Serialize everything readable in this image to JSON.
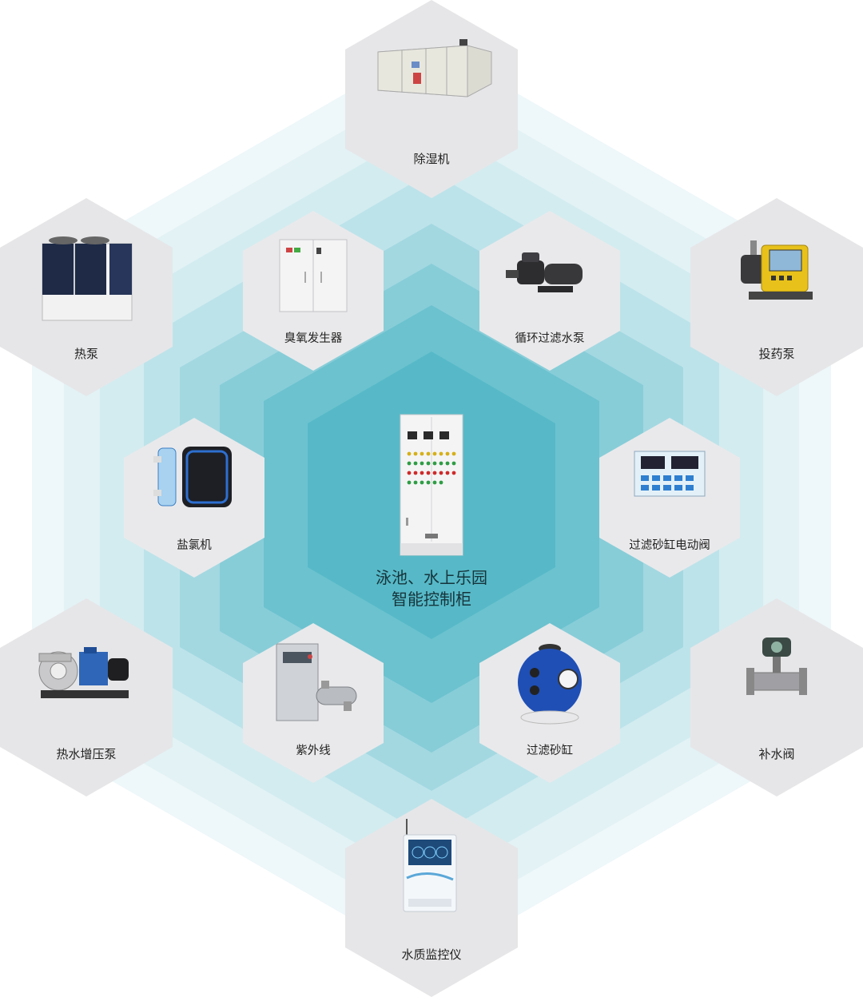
{
  "center": {
    "line1": "泳池、水上乐园",
    "line2": "智能控制柜"
  },
  "nodes": [
    {
      "id": "dehumidifier",
      "label": "除湿机",
      "icon": "dehumidifier-unit-icon"
    },
    {
      "id": "heat-pump",
      "label": "热泵",
      "icon": "heat-pump-unit-icon"
    },
    {
      "id": "ozone-generator",
      "label": "臭氧发生器",
      "icon": "cabinet-icon"
    },
    {
      "id": "circulation-pump",
      "label": "循环过滤水泵",
      "icon": "pump-icon"
    },
    {
      "id": "dosing-pump",
      "label": "投药泵",
      "icon": "dosing-pump-icon"
    },
    {
      "id": "salt-chlorinator",
      "label": "盐氯机",
      "icon": "chlorinator-icon"
    },
    {
      "id": "filter-valve",
      "label": "过滤砂缸电动阀",
      "icon": "valve-controller-icon"
    },
    {
      "id": "booster-pump",
      "label": "热水增压泵",
      "icon": "motor-pump-icon"
    },
    {
      "id": "uv",
      "label": "紫外线",
      "icon": "uv-sterilizer-icon"
    },
    {
      "id": "sand-filter",
      "label": "过滤砂缸",
      "icon": "sand-filter-icon"
    },
    {
      "id": "makeup-valve",
      "label": "补水阀",
      "icon": "flow-valve-icon"
    },
    {
      "id": "water-monitor",
      "label": "水质监控仪",
      "icon": "monitor-box-icon"
    }
  ]
}
